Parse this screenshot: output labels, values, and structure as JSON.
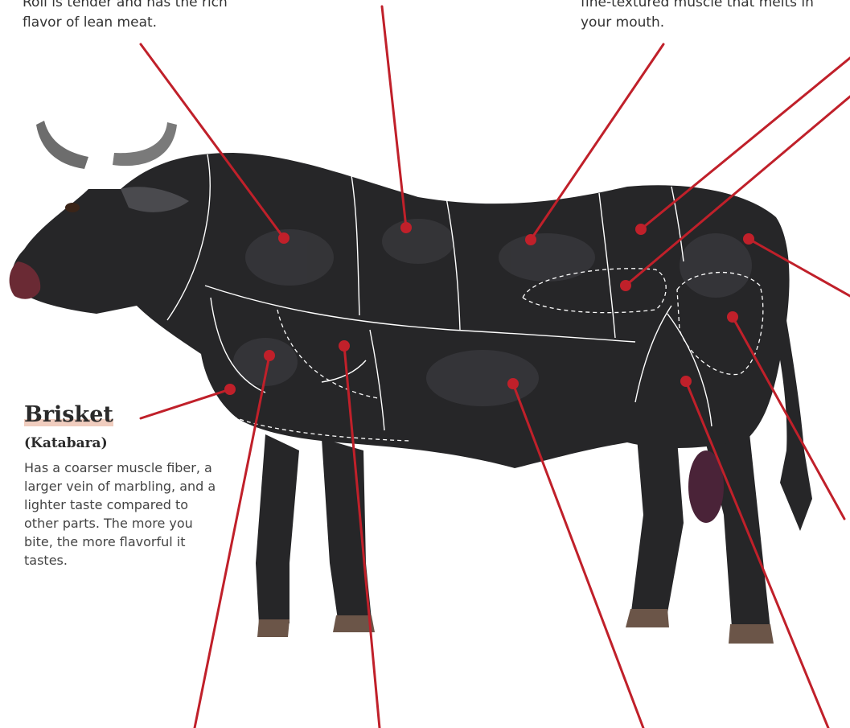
{
  "captions": {
    "top_left": "Roll is tender and has the rich flavor of lean meat.",
    "top_right": "fine-textured muscle that melts in your mouth."
  },
  "brisket": {
    "title": "Brisket",
    "subtitle": "(Katabara)",
    "description": "Has a coarser muscle fiber, a larger vein of marbling, and a lighter taste compared to other parts. The more you bite, the more flavorful it tastes."
  },
  "colors": {
    "leader_line": "#c0202a",
    "marker": "#c0202a",
    "body": "#262628",
    "body_shade": "#3a3a3e",
    "cut_line": "#ffffff",
    "title_highlight": "#f0cdbf",
    "horn": "#6d6d6d",
    "hoof": "#6b5548",
    "nose": "#6a2a34",
    "udder": "#4a2338"
  }
}
